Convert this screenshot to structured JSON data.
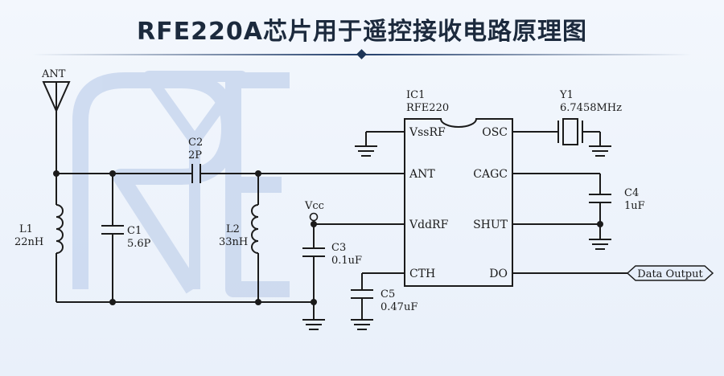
{
  "title": "RFE220A芯片用于遥控接收电路原理图",
  "watermark_letters": "RFE",
  "colors": {
    "background": "#eef3fb",
    "title": "#1c2a3d",
    "wire": "#1b1b1b",
    "watermark": "#c9d7ee"
  },
  "antenna": {
    "label": "ANT"
  },
  "ic": {
    "ref": "IC1",
    "part": "RFE220",
    "pins_left": [
      "VssRF",
      "ANT",
      "VddRF",
      "CTH"
    ],
    "pins_right": [
      "OSC",
      "CAGC",
      "SHUT",
      "DO"
    ]
  },
  "crystal": {
    "ref": "Y1",
    "value": "6.7458MHz"
  },
  "components": {
    "C1": {
      "ref": "C1",
      "value": "5.6P"
    },
    "C2": {
      "ref": "C2",
      "value": "2P"
    },
    "C3": {
      "ref": "C3",
      "value": "0.1uF"
    },
    "C4": {
      "ref": "C4",
      "value": "1uF"
    },
    "C5": {
      "ref": "C5",
      "value": "0.47uF"
    },
    "L1": {
      "ref": "L1",
      "value": "22nH"
    },
    "L2": {
      "ref": "L2",
      "value": "33nH"
    }
  },
  "vcc_label": "Vcc",
  "output_label": "Data Output"
}
